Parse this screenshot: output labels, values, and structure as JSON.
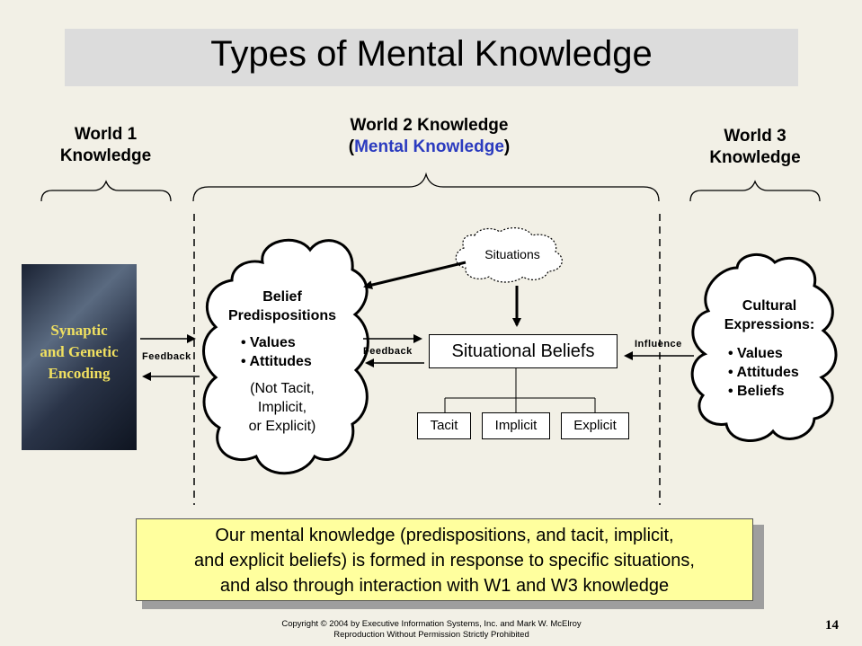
{
  "title": "Types of Mental Knowledge",
  "world1": {
    "line1": "World 1",
    "line2": "Knowledge"
  },
  "world2": {
    "line1": "World 2 Knowledge",
    "open_paren": "(",
    "highlight": "Mental Knowledge",
    "close_paren": ")"
  },
  "world3": {
    "line1": "World 3",
    "line2": "Knowledge"
  },
  "synaptic": {
    "line1": "Synaptic",
    "line2": "and Genetic",
    "line3": "Encoding"
  },
  "belief_cloud": {
    "heading1": "Belief",
    "heading2": "Predispositions",
    "item1": "• Values",
    "item2": "• Attitudes",
    "note1": "(Not Tacit,",
    "note2": "Implicit,",
    "note3": "or Explicit)"
  },
  "situations": "Situations",
  "situational_beliefs": "Situational Beliefs",
  "belief_types": [
    "Tacit",
    "Implicit",
    "Explicit"
  ],
  "cultural_cloud": {
    "heading1": "Cultural",
    "heading2": "Expressions:",
    "item1": "• Values",
    "item2": "• Attitudes",
    "item3": "• Beliefs"
  },
  "labels": {
    "feedback_left": "Feedback",
    "feedback_mid": "Feedback",
    "influence": "Influence"
  },
  "callout": {
    "line1": "Our mental knowledge (predispositions, and tacit, implicit,",
    "line2": "and explicit beliefs) is formed in response to specific situations,",
    "line3": "and also through interaction with W1 and W3 knowledge"
  },
  "copyright": {
    "line1": "Copyright © 2004 by Executive Information Systems, Inc. and Mark W. McElroy",
    "line2": "Reproduction Without Permission Strictly Prohibited"
  },
  "page_number": "14"
}
